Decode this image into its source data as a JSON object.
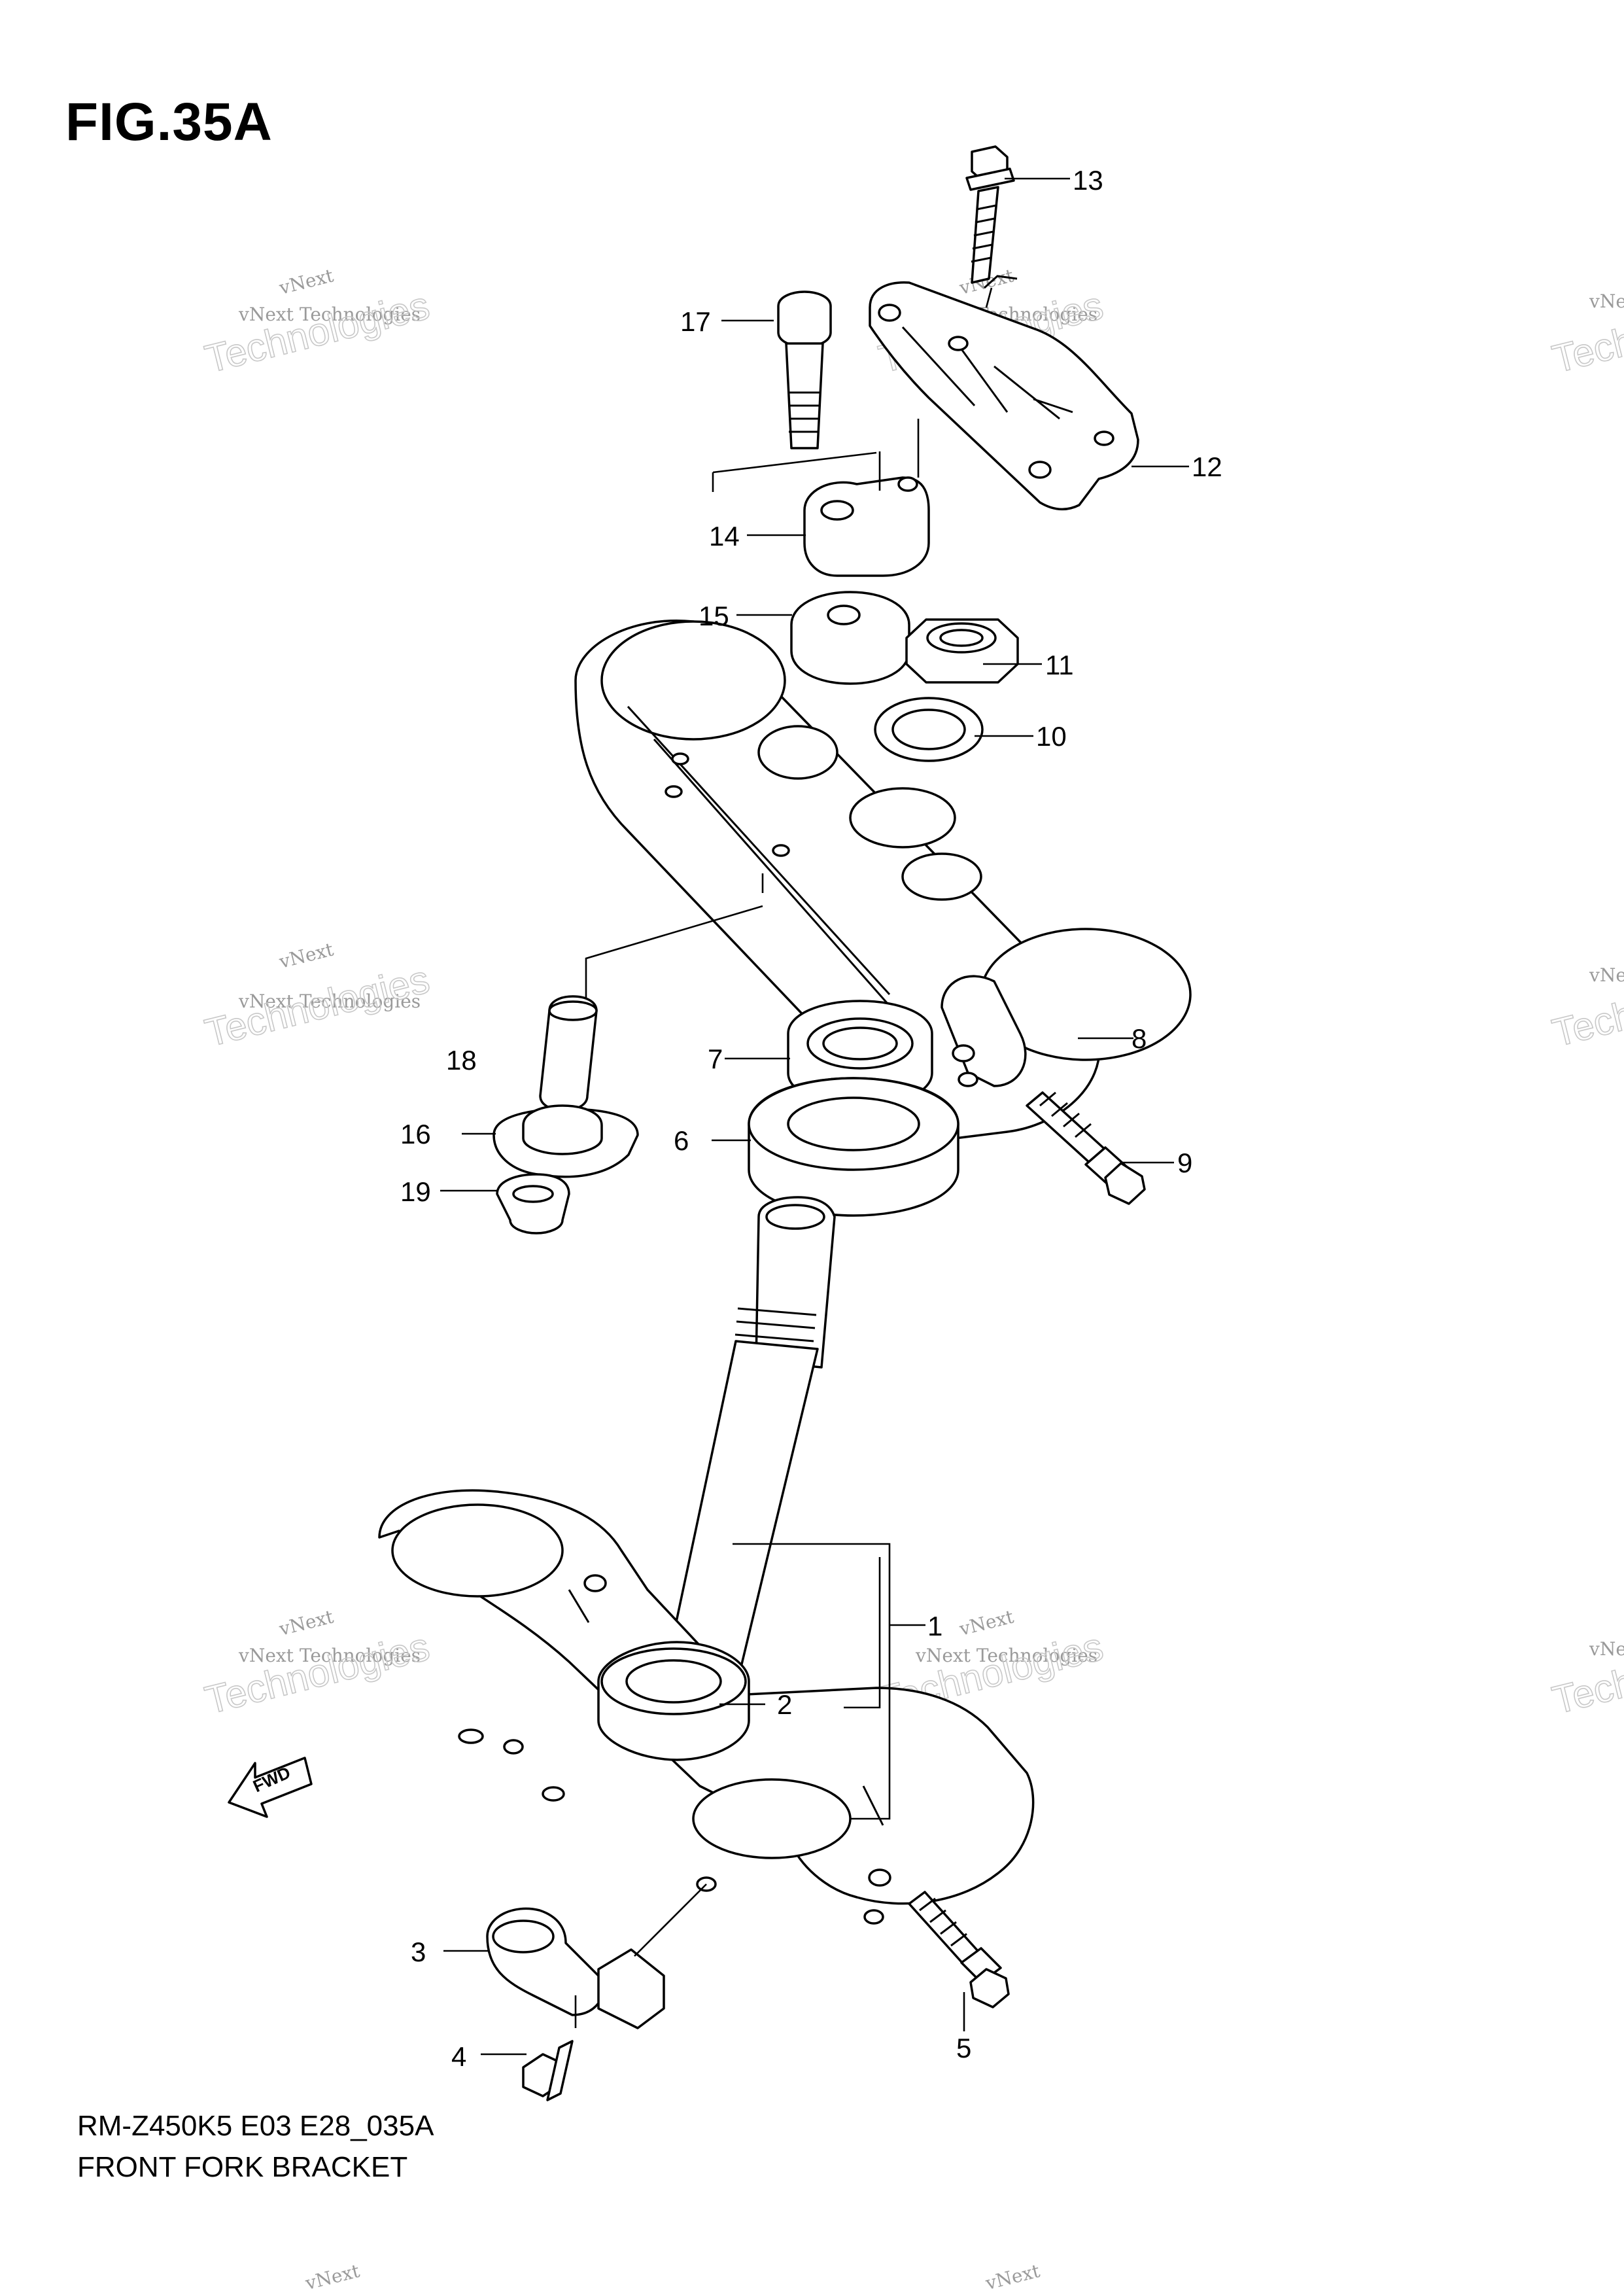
{
  "figure": {
    "title": "FIG.35A",
    "model_code": "RM-Z450K5 E03 E28_035A",
    "name": "FRONT FORK BRACKET"
  },
  "direction_marker": "FWD",
  "watermark": {
    "line1": "vNext",
    "line2": "vNext Technologies",
    "line3": "Technologies"
  },
  "callouts": [
    {
      "id": "1",
      "label": "1"
    },
    {
      "id": "2",
      "label": "2"
    },
    {
      "id": "3",
      "label": "3"
    },
    {
      "id": "4",
      "label": "4"
    },
    {
      "id": "5",
      "label": "5"
    },
    {
      "id": "6",
      "label": "6"
    },
    {
      "id": "7",
      "label": "7"
    },
    {
      "id": "8",
      "label": "8"
    },
    {
      "id": "9",
      "label": "9"
    },
    {
      "id": "10",
      "label": "10"
    },
    {
      "id": "11",
      "label": "11"
    },
    {
      "id": "12",
      "label": "12"
    },
    {
      "id": "13",
      "label": "13"
    },
    {
      "id": "14",
      "label": "14"
    },
    {
      "id": "15",
      "label": "15"
    },
    {
      "id": "16",
      "label": "16"
    },
    {
      "id": "17",
      "label": "17"
    },
    {
      "id": "18",
      "label": "18"
    },
    {
      "id": "19",
      "label": "19"
    }
  ],
  "colors": {
    "line": "#000000",
    "watermark": "#9a9a9a",
    "background": "#ffffff"
  }
}
